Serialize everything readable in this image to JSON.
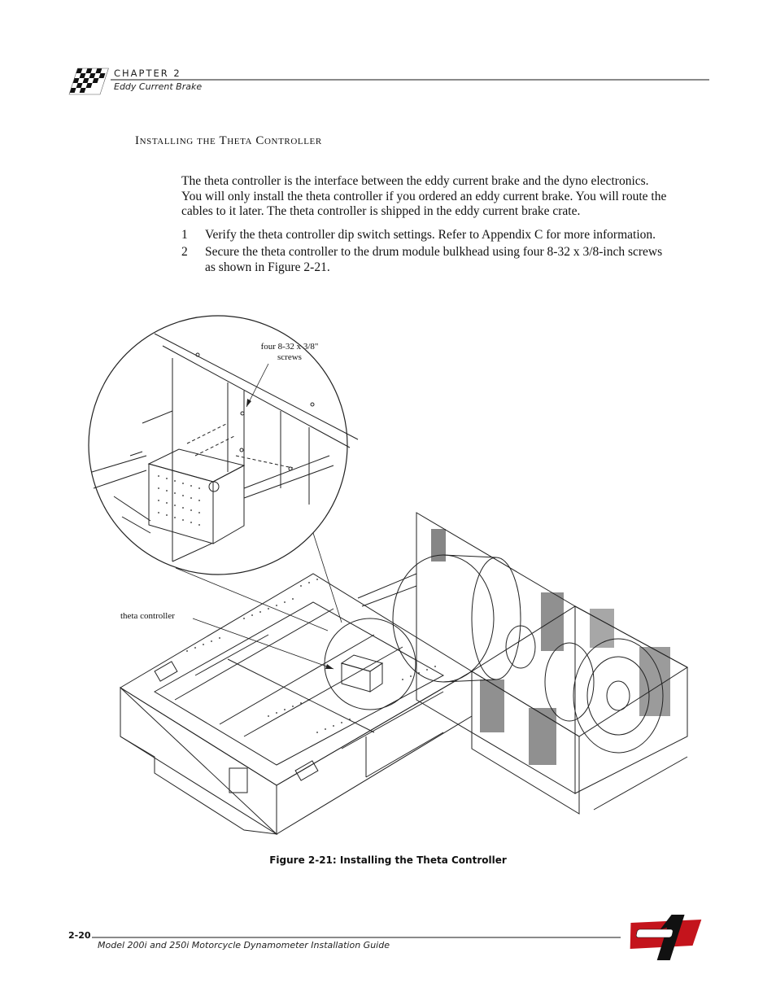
{
  "header": {
    "chapter": "CHAPTER 2",
    "section": "Eddy Current Brake"
  },
  "heading": "Installing the Theta Controller",
  "intro": "The theta controller is the interface between the eddy current brake and the dyno electronics. You will only install the theta controller if you ordered an eddy current brake. You will route the cables to it later. The theta controller is shipped in the eddy current brake crate.",
  "steps": [
    {
      "number": "1",
      "text": "Verify the theta controller dip switch settings. Refer to Appendix C for more information."
    },
    {
      "number": "2",
      "text": "Secure the theta controller to the drum module bulkhead using four 8-32 x 3/8-inch screws as shown in Figure 2-21."
    }
  ],
  "figure": {
    "callout_screws_line1": "four 8-32 x 3/8\"",
    "callout_screws_line2": "screws",
    "callout_theta": "theta controller",
    "caption": "Figure 2-21: Installing the Theta Controller"
  },
  "footer": {
    "page_number": "2-20",
    "title": "Model 200i and 250i Motorcycle Dynamometer Installation Guide"
  },
  "logo": {
    "name": "dynojet-logo",
    "brand_color": "#c4141c"
  }
}
